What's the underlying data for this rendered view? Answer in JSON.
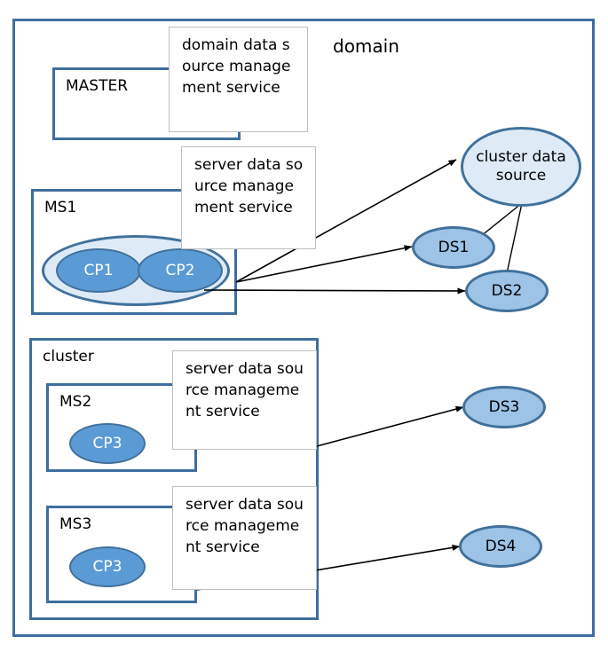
{
  "diagram": {
    "outer_container": {
      "label": "domain"
    },
    "colors": {
      "container_border": "#3E6E9E",
      "node_border": "#41719C",
      "cp_fill": "#5B9BD5",
      "ds_fill": "#9DC3E6",
      "group_fill": "#DEEBF7",
      "service_box_border": "#BFBFBF",
      "service_box_fill": "#FFFFFF",
      "connector": "#000000"
    },
    "containers": [
      {
        "id": "master",
        "label": "MASTER"
      },
      {
        "id": "ms1",
        "label": "MS1"
      },
      {
        "id": "cluster",
        "label": "cluster"
      },
      {
        "id": "ms2",
        "label": "MS2"
      },
      {
        "id": "ms3",
        "label": "MS3"
      }
    ],
    "service_boxes": [
      {
        "id": "svc-domain",
        "text": "domain data source management service"
      },
      {
        "id": "svc-ms1",
        "text": "server data source management service"
      },
      {
        "id": "svc-ms2",
        "text": "server data source management service"
      },
      {
        "id": "svc-ms3",
        "text": "server data source management service"
      }
    ],
    "nodes": [
      {
        "id": "cp1",
        "label": "CP1",
        "kind": "connection-pool"
      },
      {
        "id": "cp2",
        "label": "CP2",
        "kind": "connection-pool"
      },
      {
        "id": "cp3-ms2",
        "label": "CP3",
        "kind": "connection-pool"
      },
      {
        "id": "cp3-ms3",
        "label": "CP3",
        "kind": "connection-pool"
      },
      {
        "id": "cds",
        "label": "cluster data source",
        "kind": "data-source"
      },
      {
        "id": "ds1",
        "label": "DS1",
        "kind": "data-source"
      },
      {
        "id": "ds2",
        "label": "DS2",
        "kind": "data-source"
      },
      {
        "id": "ds3",
        "label": "DS3",
        "kind": "data-source"
      },
      {
        "id": "ds4",
        "label": "DS4",
        "kind": "data-source"
      }
    ],
    "edges": [
      {
        "from": "ms1",
        "to": "cds",
        "arrow": true
      },
      {
        "from": "ms1",
        "to": "ds1",
        "arrow": true
      },
      {
        "from": "cp2",
        "to": "ds2",
        "arrow": true
      },
      {
        "from": "cds",
        "to": "ds1",
        "arrow": false
      },
      {
        "from": "cds",
        "to": "ds2",
        "arrow": false
      },
      {
        "from": "ms2",
        "to": "ds3",
        "arrow": true
      },
      {
        "from": "ms3",
        "to": "ds4",
        "arrow": true
      }
    ]
  }
}
